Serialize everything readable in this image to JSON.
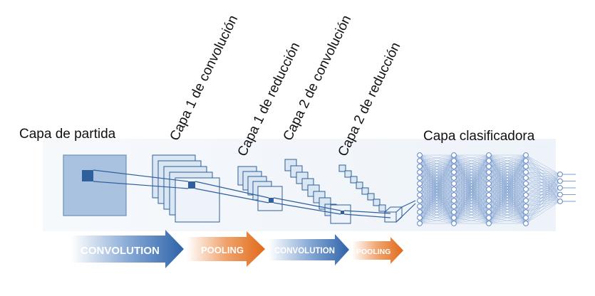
{
  "labels": {
    "input_layer": "Capa de partida",
    "conv1": "Capa 1 de convolución",
    "pool1": "Capa 1 de reducción",
    "conv2": "Capa 2 de convolución",
    "pool2": "Capa 2 de reducción",
    "classifier": "Capa clasificadora"
  },
  "arrows": {
    "conv1": "CONVOLUTION",
    "pool1": "POOLING",
    "conv2": "CONVOLUTION",
    "pool2": "POOLING"
  },
  "colors": {
    "feature_map_fill": "#dbe6f3",
    "feature_map_stroke": "#2e5f9a",
    "input_fill": "#a9c2df",
    "kernel": "#2f5f9c",
    "arrow_blue": "#2e63a8",
    "arrow_orange": "#e06a1a",
    "network_line": "#7f9fcf",
    "node_fill": "#ffffff",
    "node_stroke": "#5f86bf"
  },
  "network": {
    "layer_node_counts": [
      13,
      13,
      13,
      13,
      5
    ]
  }
}
